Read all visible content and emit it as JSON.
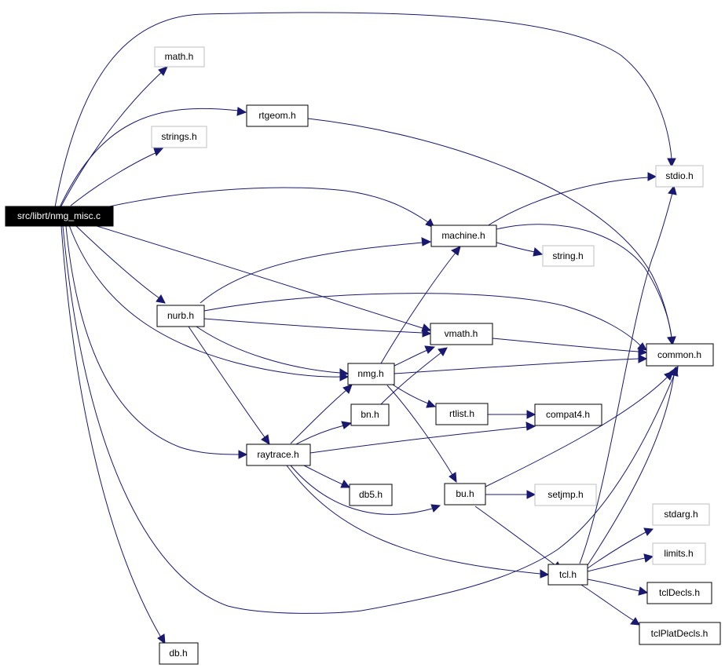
{
  "diagram": {
    "colors": {
      "edge": "#191970",
      "node_border": "#000000",
      "external_border": "#bfbfbf",
      "root_fill": "#000000",
      "root_text": "#ffffff",
      "background": "#ffffff"
    },
    "nodes": {
      "root": {
        "label": "src/librt/nmg_misc.c",
        "kind": "root"
      },
      "math_h": {
        "label": "math.h",
        "kind": "external"
      },
      "rtgeom_h": {
        "label": "rtgeom.h",
        "kind": "local"
      },
      "strings_h": {
        "label": "strings.h",
        "kind": "external"
      },
      "stdio_h": {
        "label": "stdio.h",
        "kind": "external"
      },
      "machine_h": {
        "label": "machine.h",
        "kind": "local"
      },
      "string_h": {
        "label": "string.h",
        "kind": "external"
      },
      "nurb_h": {
        "label": "nurb.h",
        "kind": "local"
      },
      "vmath_h": {
        "label": "vmath.h",
        "kind": "local"
      },
      "common_h": {
        "label": "common.h",
        "kind": "local"
      },
      "nmg_h": {
        "label": "nmg.h",
        "kind": "local"
      },
      "bn_h": {
        "label": "bn.h",
        "kind": "local"
      },
      "rtlist_h": {
        "label": "rtlist.h",
        "kind": "local"
      },
      "compat4_h": {
        "label": "compat4.h",
        "kind": "local"
      },
      "raytrace_h": {
        "label": "raytrace.h",
        "kind": "local"
      },
      "db5_h": {
        "label": "db5.h",
        "kind": "local"
      },
      "bu_h": {
        "label": "bu.h",
        "kind": "local"
      },
      "setjmp_h": {
        "label": "setjmp.h",
        "kind": "external"
      },
      "stdarg_h": {
        "label": "stdarg.h",
        "kind": "external"
      },
      "limits_h": {
        "label": "limits.h",
        "kind": "external"
      },
      "tcl_h": {
        "label": "tcl.h",
        "kind": "local"
      },
      "tclDecls_h": {
        "label": "tclDecls.h",
        "kind": "local"
      },
      "tclPlatDecls_h": {
        "label": "tclPlatDecls.h",
        "kind": "local"
      },
      "db_h": {
        "label": "db.h",
        "kind": "local"
      }
    },
    "edges": [
      [
        "root",
        "math_h"
      ],
      [
        "root",
        "rtgeom_h"
      ],
      [
        "root",
        "strings_h"
      ],
      [
        "root",
        "stdio_h"
      ],
      [
        "root",
        "machine_h"
      ],
      [
        "root",
        "nurb_h"
      ],
      [
        "root",
        "vmath_h"
      ],
      [
        "root",
        "nmg_h"
      ],
      [
        "root",
        "raytrace_h"
      ],
      [
        "root",
        "common_h"
      ],
      [
        "root",
        "db_h"
      ],
      [
        "rtgeom_h",
        "common_h"
      ],
      [
        "machine_h",
        "stdio_h"
      ],
      [
        "machine_h",
        "string_h"
      ],
      [
        "machine_h",
        "common_h"
      ],
      [
        "nurb_h",
        "machine_h"
      ],
      [
        "nurb_h",
        "vmath_h"
      ],
      [
        "nurb_h",
        "common_h"
      ],
      [
        "nurb_h",
        "nmg_h"
      ],
      [
        "nurb_h",
        "raytrace_h"
      ],
      [
        "vmath_h",
        "common_h"
      ],
      [
        "nmg_h",
        "machine_h"
      ],
      [
        "nmg_h",
        "vmath_h"
      ],
      [
        "nmg_h",
        "common_h"
      ],
      [
        "nmg_h",
        "rtlist_h"
      ],
      [
        "nmg_h",
        "bu_h"
      ],
      [
        "bn_h",
        "vmath_h"
      ],
      [
        "rtlist_h",
        "compat4_h"
      ],
      [
        "raytrace_h",
        "nmg_h"
      ],
      [
        "raytrace_h",
        "bn_h"
      ],
      [
        "raytrace_h",
        "compat4_h"
      ],
      [
        "raytrace_h",
        "db5_h"
      ],
      [
        "raytrace_h",
        "bu_h"
      ],
      [
        "raytrace_h",
        "tcl_h"
      ],
      [
        "bu_h",
        "common_h"
      ],
      [
        "bu_h",
        "setjmp_h"
      ],
      [
        "bu_h",
        "tcl_h"
      ],
      [
        "tcl_h",
        "stdio_h"
      ],
      [
        "tcl_h",
        "common_h"
      ],
      [
        "tcl_h",
        "stdarg_h"
      ],
      [
        "tcl_h",
        "limits_h"
      ],
      [
        "tcl_h",
        "tclDecls_h"
      ],
      [
        "tcl_h",
        "tclPlatDecls_h"
      ]
    ]
  }
}
